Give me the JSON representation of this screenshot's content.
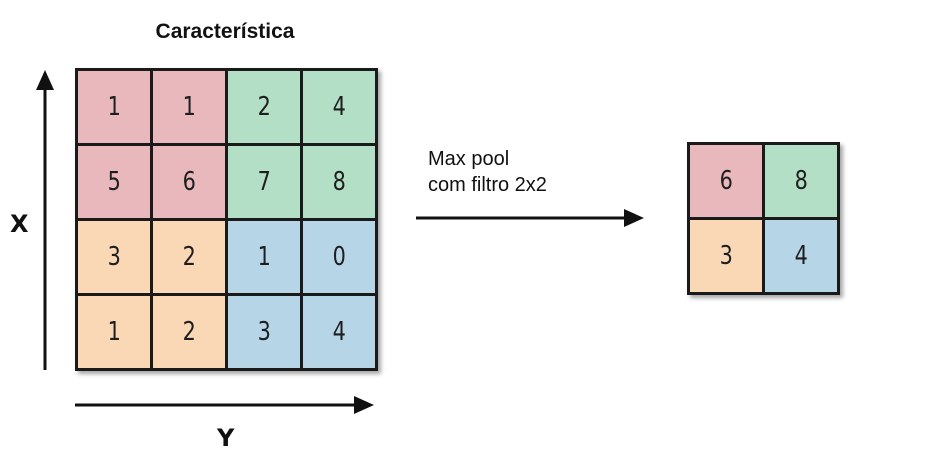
{
  "title": "Característica",
  "axes": {
    "x_label": "X",
    "y_label": "Y"
  },
  "caption": {
    "line1": "Max pool",
    "line2": "com filtro 2x2"
  },
  "colors": {
    "red": "#e8b8bd",
    "green": "#b2dfc6",
    "orange": "#fad7b5",
    "blue": "#b6d6e8",
    "border": "#1a1a1a"
  },
  "input_grid": [
    [
      {
        "v": "1",
        "c": "red"
      },
      {
        "v": "1",
        "c": "red"
      },
      {
        "v": "2",
        "c": "green"
      },
      {
        "v": "4",
        "c": "green"
      }
    ],
    [
      {
        "v": "5",
        "c": "red"
      },
      {
        "v": "6",
        "c": "red"
      },
      {
        "v": "7",
        "c": "green"
      },
      {
        "v": "8",
        "c": "green"
      }
    ],
    [
      {
        "v": "3",
        "c": "orange"
      },
      {
        "v": "2",
        "c": "orange"
      },
      {
        "v": "1",
        "c": "blue"
      },
      {
        "v": "0",
        "c": "blue"
      }
    ],
    [
      {
        "v": "1",
        "c": "orange"
      },
      {
        "v": "2",
        "c": "orange"
      },
      {
        "v": "3",
        "c": "blue"
      },
      {
        "v": "4",
        "c": "blue"
      }
    ]
  ],
  "output_grid": [
    [
      {
        "v": "6",
        "c": "red"
      },
      {
        "v": "8",
        "c": "green"
      }
    ],
    [
      {
        "v": "3",
        "c": "orange"
      },
      {
        "v": "4",
        "c": "blue"
      }
    ]
  ]
}
